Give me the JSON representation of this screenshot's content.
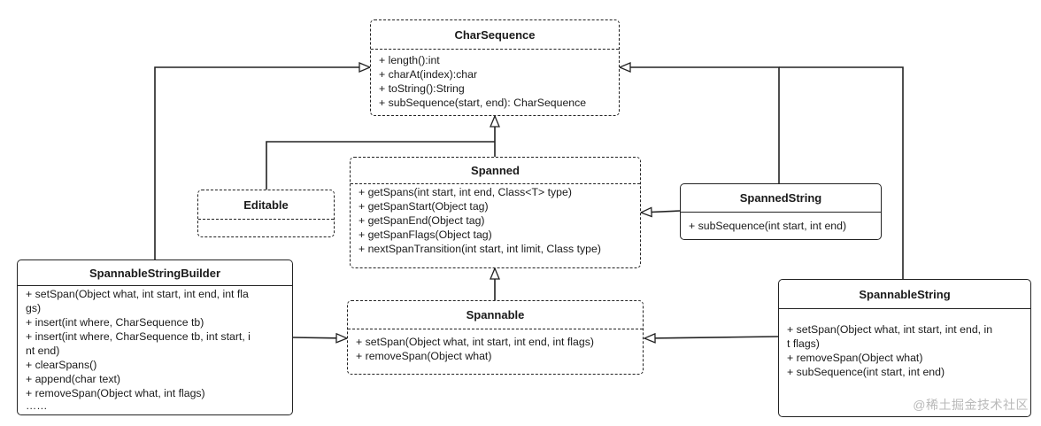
{
  "classes": {
    "char_sequence": {
      "title": "CharSequence",
      "members": [
        "+ length():int",
        "+ charAt(index):char",
        "+ toString():String",
        "+ subSequence(start, end): CharSequence"
      ]
    },
    "spanned": {
      "title": "Spanned",
      "members": [
        "+ getSpans(int start, int end, Class<T> type)",
        "+ getSpanStart(Object tag)",
        "+ getSpanEnd(Object tag)",
        "+ getSpanFlags(Object tag)",
        "+ nextSpanTransition(int start, int limit, Class type)"
      ]
    },
    "editable": {
      "title": "Editable",
      "members": []
    },
    "spanned_string": {
      "title": "SpannedString",
      "members": [
        "+ subSequence(int start, int end)"
      ]
    },
    "spannable": {
      "title": "Spannable",
      "members": [
        "+ setSpan(Object what, int start, int end, int flags)",
        "+ removeSpan(Object what)"
      ]
    },
    "spannable_string_builder": {
      "title": "SpannableStringBuilder",
      "members": [
        "+ setSpan(Object what, int start, int end, int fla",
        "gs)",
        "+ insert(int where, CharSequence tb)",
        "+ insert(int where, CharSequence tb, int start, i",
        "nt end)",
        "+ clearSpans()",
        "+ append(char text)",
        "+ removeSpan(Object what, int flags)",
        "……"
      ]
    },
    "spannable_string": {
      "title": "SpannableString",
      "members": [
        "+ setSpan(Object what, int start, int end, in",
        "t flags)",
        "+ removeSpan(Object what)",
        "+ subSequence(int start, int end)"
      ]
    }
  },
  "watermark": "@稀土掘金技术社区"
}
